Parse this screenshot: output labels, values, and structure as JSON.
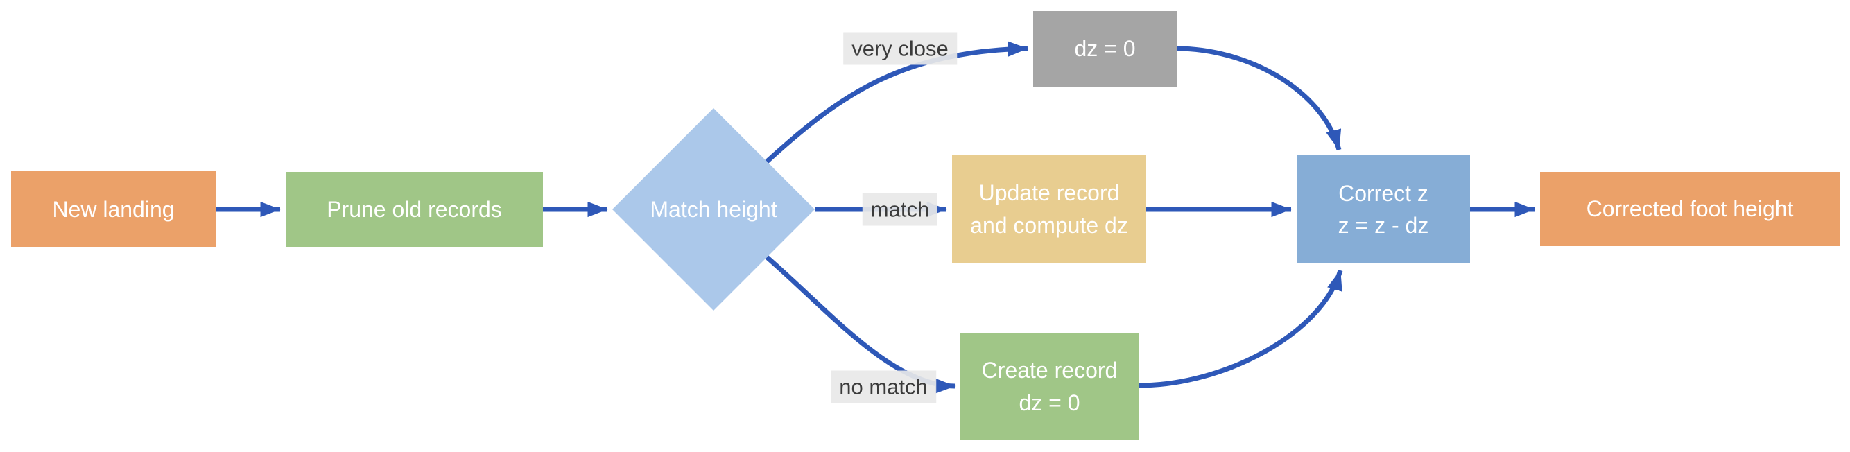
{
  "diagram": {
    "type": "flowchart",
    "nodes": {
      "new_landing": {
        "label": "New landing",
        "shape": "rect",
        "color": "#EBA169",
        "text_color": "#FFFFFF"
      },
      "prune_old_records": {
        "label": "Prune old records",
        "shape": "rect",
        "color": "#A0C687",
        "text_color": "#FFFFFF"
      },
      "match_height": {
        "label": "Match height",
        "shape": "diamond",
        "color": "#ABC8EA",
        "text_color": "#FFFFFF"
      },
      "dz_zero": {
        "label": "dz = 0",
        "shape": "rect",
        "color": "#A5A5A5",
        "text_color": "#FFFFFF"
      },
      "update_record": {
        "line1": "Update record",
        "line2": "and compute dz",
        "shape": "rect",
        "color": "#E8CD90",
        "text_color": "#FFFFFF"
      },
      "create_record": {
        "line1": "Create record",
        "line2": "dz = 0",
        "shape": "rect",
        "color": "#A0C687",
        "text_color": "#FFFFFF"
      },
      "correct_z": {
        "line1": "Correct z",
        "line2": "z = z - dz",
        "shape": "rect",
        "color": "#86ADD6",
        "text_color": "#FFFFFF"
      },
      "corrected_foot_height": {
        "label": "Corrected foot height",
        "shape": "rect",
        "color": "#EBA169",
        "text_color": "#FFFFFF"
      }
    },
    "edge_labels": {
      "very_close": "very close",
      "match": "match",
      "no_match": "no match"
    },
    "edges": [
      {
        "from": "New landing",
        "to": "Prune old records",
        "label": ""
      },
      {
        "from": "Prune old records",
        "to": "Match height",
        "label": ""
      },
      {
        "from": "Match height",
        "to": "dz = 0",
        "label": "very close"
      },
      {
        "from": "Match height",
        "to": "Update record and compute dz",
        "label": "match"
      },
      {
        "from": "Match height",
        "to": "Create record dz = 0",
        "label": "no match"
      },
      {
        "from": "dz = 0",
        "to": "Correct z z = z - dz",
        "label": ""
      },
      {
        "from": "Update record and compute dz",
        "to": "Correct z z = z - dz",
        "label": ""
      },
      {
        "from": "Create record dz = 0",
        "to": "Correct z z = z - dz",
        "label": ""
      },
      {
        "from": "Correct z z = z - dz",
        "to": "Corrected foot height",
        "label": ""
      }
    ],
    "colors": {
      "arrow": "#2E58B8",
      "edge_label_background": "#E8E8E8",
      "edge_label_text": "#3B3B3B",
      "background": "#FFFFFF"
    }
  }
}
